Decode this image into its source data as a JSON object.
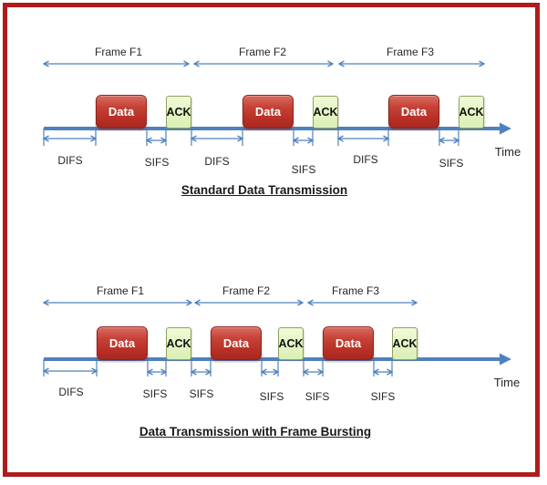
{
  "colors": {
    "page_border": "#ae1c1c",
    "page_background": "#ffffff",
    "timeline_blue": "#4f81bd",
    "data_box_fill": "#c0392b",
    "data_box_border": "#8c241c",
    "data_box_text": "#ffffff",
    "ack_box_fill": "#e3f4c2",
    "ack_box_border": "#8fa061",
    "label_text": "#262626"
  },
  "diagrams": [
    {
      "title": "Standard Data Transmission",
      "time_label": "Time",
      "frames": [
        "Frame F1",
        "Frame F2",
        "Frame F3"
      ],
      "data_box_label": "Data",
      "ack_box_label": "ACK",
      "interval_labels": [
        "DIFS",
        "SIFS",
        "DIFS",
        "SIFS",
        "DIFS",
        "SIFS"
      ]
    },
    {
      "title": "Data Transmission with Frame Bursting",
      "time_label": "Time",
      "frames": [
        "Frame F1",
        "Frame F2",
        "Frame F3"
      ],
      "data_box_label": "Data",
      "ack_box_label": "ACK",
      "interval_labels": [
        "DIFS",
        "SIFS",
        "SIFS",
        "SIFS",
        "SIFS",
        "SIFS"
      ]
    }
  ]
}
